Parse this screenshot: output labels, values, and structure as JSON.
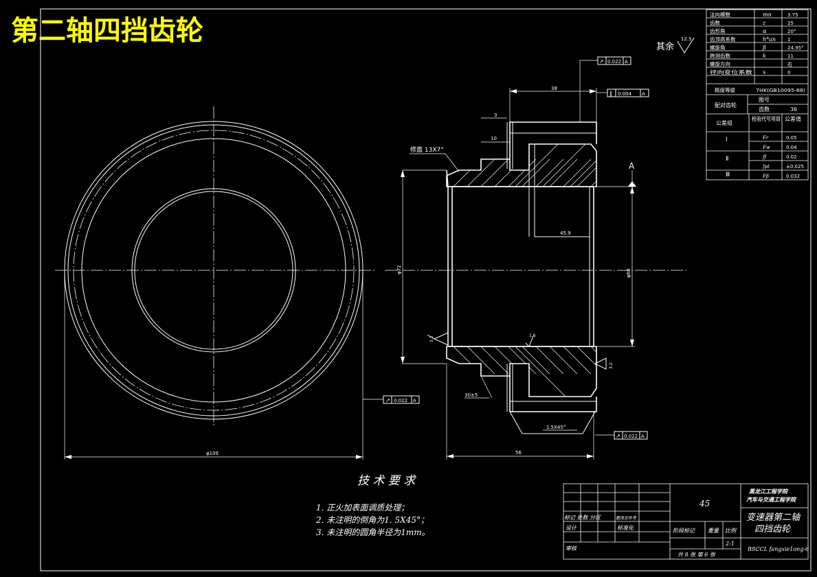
{
  "title": "第二轴四挡齿轮",
  "surface_finish": {
    "label": "其余",
    "value": "12.5"
  },
  "params_table": {
    "rows": [
      {
        "name": "法向模数",
        "symbol": "mn",
        "value": "3.75"
      },
      {
        "name": "齿数",
        "symbol": "z",
        "value": "25"
      },
      {
        "name": "齿形角",
        "symbol": "α",
        "value": "20°"
      },
      {
        "name": "齿顶高系数",
        "symbol": "h*an",
        "value": "1"
      },
      {
        "name": "螺旋角",
        "symbol": "β",
        "value": "24.95°"
      },
      {
        "name": "跨测齿数",
        "symbol": "k",
        "value": "11"
      },
      {
        "name": "螺旋方向",
        "symbol": "",
        "value": "右"
      },
      {
        "name": "径向变位系数",
        "symbol": "x",
        "value": "0"
      },
      {
        "name": "精度等级",
        "symbol": "",
        "value": "7HK(GB10095-88)"
      }
    ],
    "mating_gear": {
      "label": "配对齿轮",
      "rows": [
        {
          "name": "图号",
          "value": ""
        },
        {
          "name": "齿数",
          "value": "36"
        }
      ]
    },
    "tolerance_header": {
      "group": "公差组",
      "item": "检验代号项目",
      "value": "公差值"
    },
    "tolerance_groups": [
      {
        "group": "Ⅰ",
        "items": [
          {
            "code": "Fr",
            "value": "0.05"
          },
          {
            "code": "Fw",
            "value": "0.04"
          }
        ]
      },
      {
        "group": "Ⅱ",
        "items": [
          {
            "code": "ff",
            "value": "0.02"
          },
          {
            "code": "fpt",
            "value": "±0.025"
          }
        ]
      },
      {
        "group": "Ⅲ",
        "items": [
          {
            "code": "Fβ",
            "value": "0.032"
          }
        ]
      }
    ]
  },
  "dimensions": {
    "d_outer": "φ109",
    "d_bore": "φ72",
    "d_pitch": "φ60",
    "len_total": "56",
    "len_top": "38",
    "len_45": "45.9",
    "len_3": "3",
    "len_10": "10",
    "chamfer_tip": "修面 13X7°",
    "chamfer_bottom": "1.5X45°",
    "angle_30": "30±5",
    "rough_left": "3.2",
    "rough_right": "3.2",
    "rough_inner": "1.6",
    "datum": "A"
  },
  "tolerance_frames": [
    {
      "id": "top_runout",
      "value": "0.022",
      "datum": "A"
    },
    {
      "id": "parallel",
      "value": "0.004",
      "datum": "A"
    },
    {
      "id": "left_runout",
      "value": "0.022",
      "datum": "A"
    },
    {
      "id": "bottom_runout",
      "value": "0.022",
      "datum": "A"
    }
  ],
  "tech_req": {
    "heading": "技 术 要 求",
    "items": [
      "1. 正火加表面调质处理；",
      "2. 未注明的倒角为1. 5X45°；",
      "3. 未注明的圆角半径为1mm。"
    ]
  },
  "title_block": {
    "material": "45",
    "school_1": "黑龙江工程学院",
    "school_2": "汽车与交通工程学院",
    "drawing_name_1": "变速器第二轴",
    "drawing_name_2": "四挡齿轮",
    "row_mark": "标记 处数 分区",
    "row_change": "更改文件号",
    "row_design": "设计",
    "row_std": "标准化",
    "row_review": "审核",
    "stage_label": "阶段标记",
    "weight_label": "重量",
    "scale_label": "比例",
    "scale": "2:1",
    "sheets": "共 8 张  第 6 张",
    "code": "BSCCL fangxie1ong-6"
  }
}
